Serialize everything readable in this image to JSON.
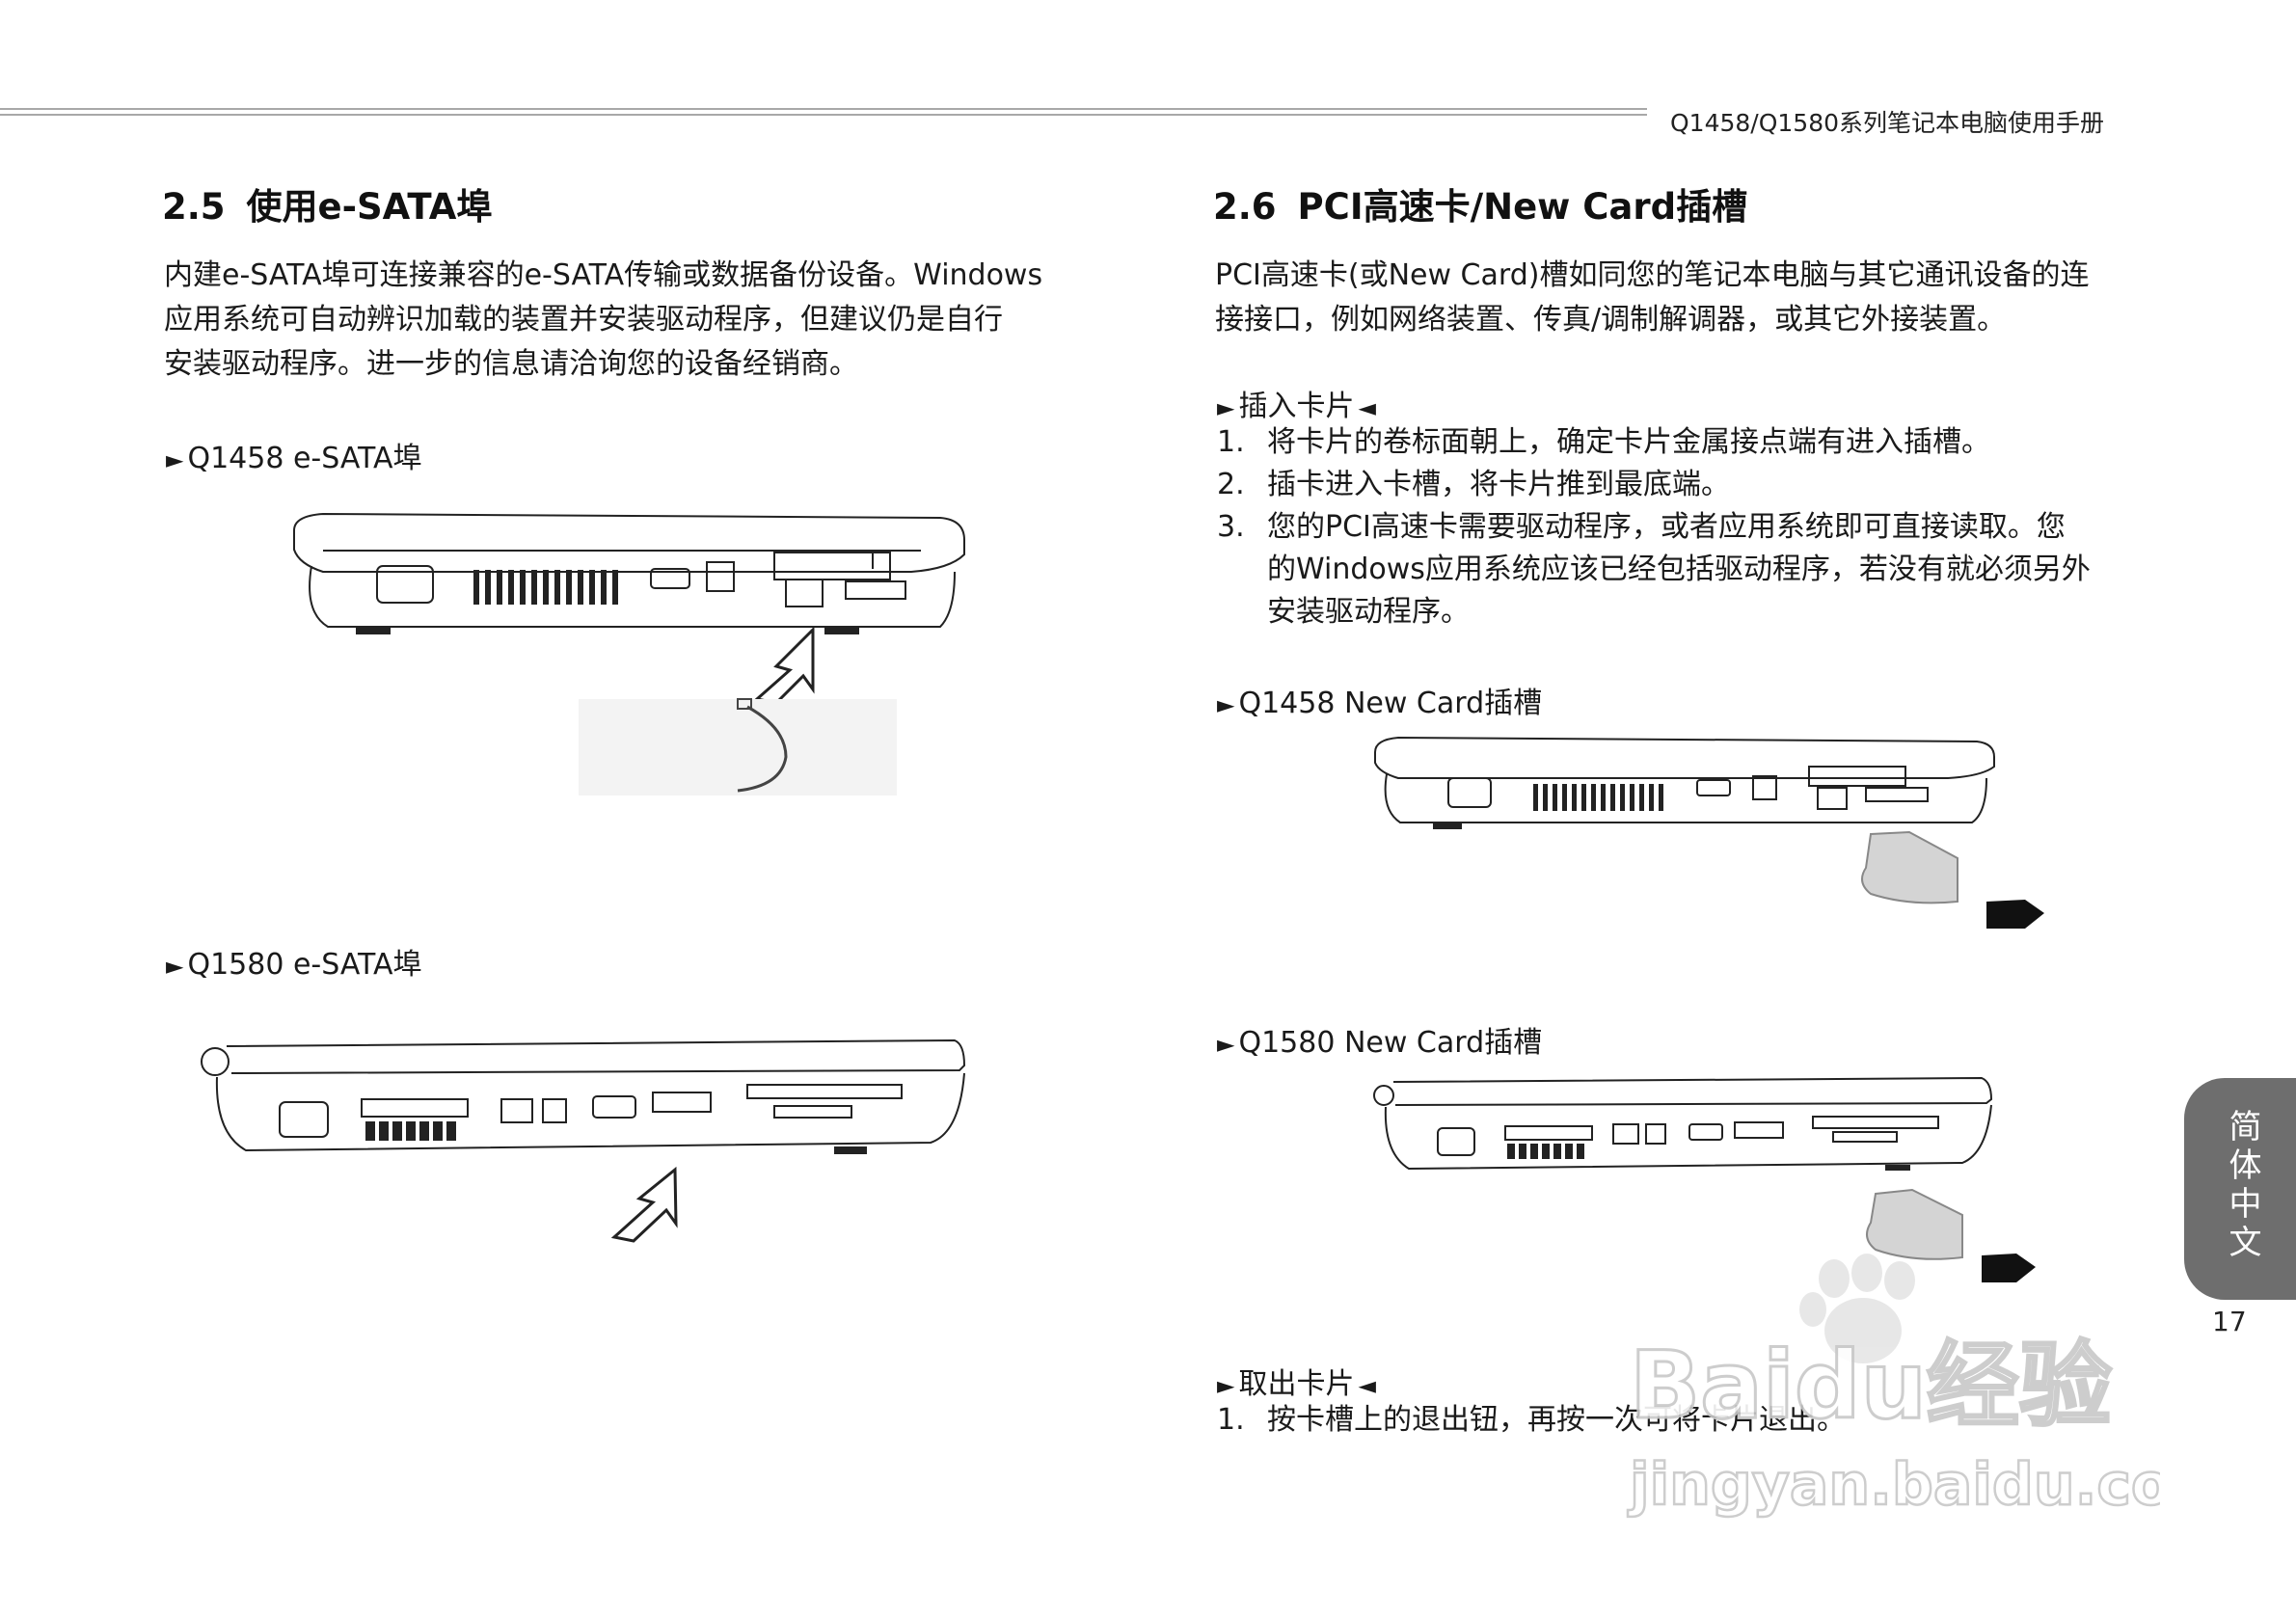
{
  "header": {
    "title": "Q1458/Q1580系列笔记本电脑使用手册"
  },
  "left": {
    "section_number": "2.5",
    "section_title": "使用e-SATA埠",
    "paragraph_lines": [
      "内建e-SATA埠可连接兼容的e-SATA传输或数据备份设备。Windows",
      "应用系统可自动辨识加载的装置并安装驱动程序，但建议仍是自行",
      "安装驱动程序。进一步的信息请洽询您的设备经销商。"
    ],
    "fig1_label": "Q1458 e-SATA埠",
    "fig2_label": "Q1580 e-SATA埠"
  },
  "right": {
    "section_number": "2.6",
    "section_title": "PCI高速卡/New Card插槽",
    "paragraph_lines": [
      "PCI高速卡(或New Card)槽如同您的笔记本电脑与其它通讯设备的连",
      "接接口，例如网络装置、传真/调制解调器，或其它外接装置。"
    ],
    "insert_heading": "插入卡片",
    "insert_steps": [
      {
        "num": "1.",
        "lines": [
          "将卡片的卷标面朝上，确定卡片金属接点端有进入插槽。"
        ]
      },
      {
        "num": "2.",
        "lines": [
          "插卡进入卡槽，将卡片推到最底端。"
        ]
      },
      {
        "num": "3.",
        "lines": [
          "您的PCI高速卡需要驱动程序，或者应用系统即可直接读取。您",
          "的Windows应用系统应该已经包括驱动程序，若没有就必须另外",
          "安装驱动程序。"
        ]
      }
    ],
    "fig1_label": "Q1458 New Card插槽",
    "fig2_label": "Q1580 New Card插槽",
    "remove_heading": "取出卡片",
    "remove_steps": [
      {
        "num": "1.",
        "lines": [
          "按卡槽上的退出钮，再按一次可将卡片退出。"
        ]
      }
    ]
  },
  "side_tab": {
    "label": "简体中文"
  },
  "page_number": "17",
  "watermark": {
    "brand": "Baidu经验",
    "url": "jingyan.baidu.com"
  },
  "colors": {
    "text": "#1a1a1a",
    "header_rule": "#a8a8a8",
    "tab_bg": "#6e6e6e"
  }
}
